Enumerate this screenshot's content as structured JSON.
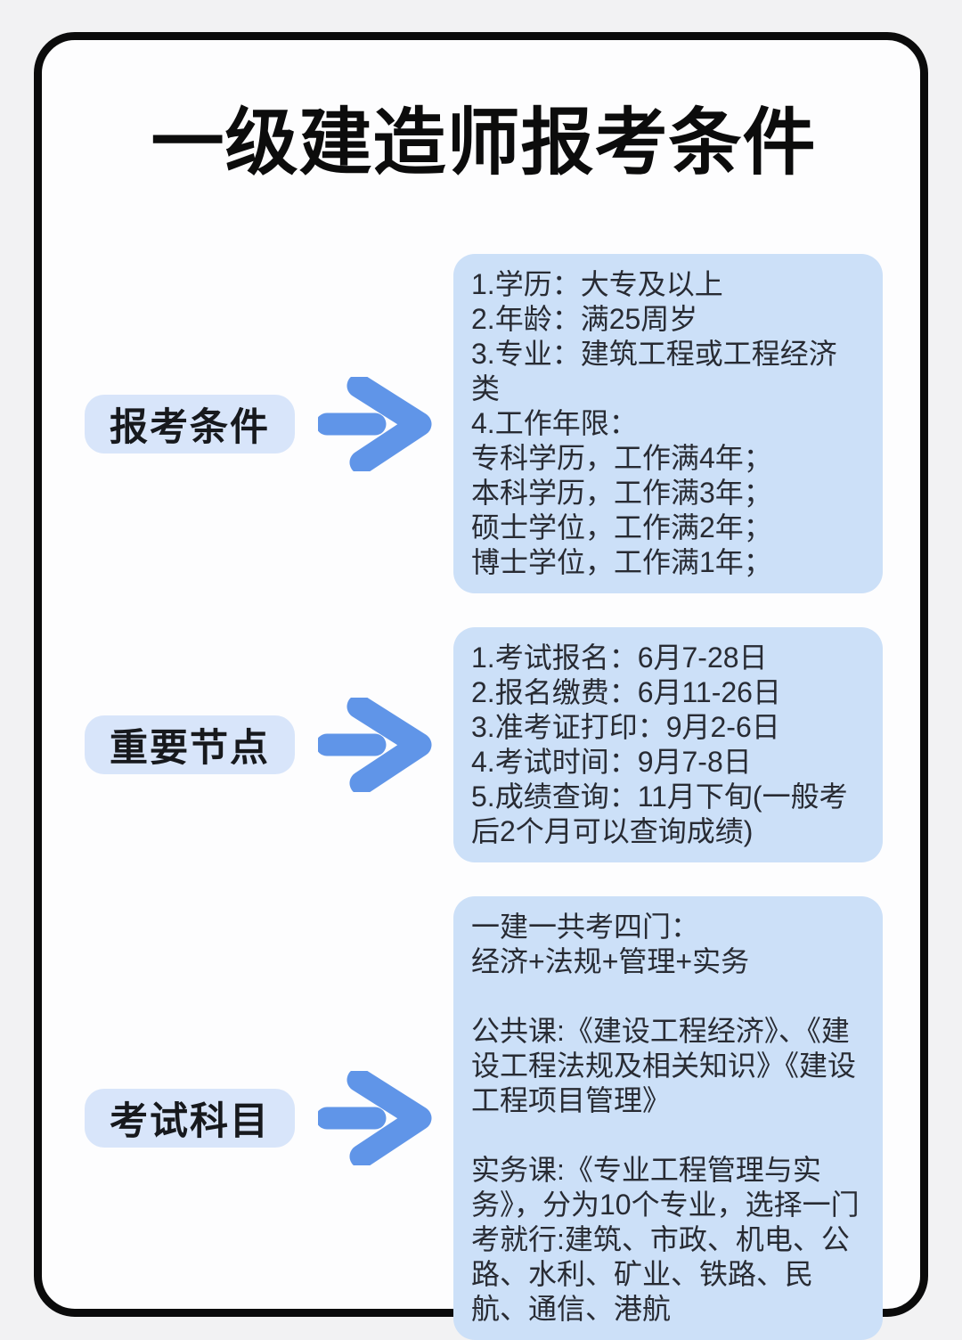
{
  "page": {
    "title": "一级建造师报考条件"
  },
  "rows": [
    {
      "label": "报考条件",
      "content": "1.学历：大专及以上\n2.年龄：满25周岁\n3.专业：建筑工程或工程经济类\n4.工作年限：\n专科学历，工作满4年；\n本科学历，工作满3年；\n硕士学位，工作满2年；\n博士学位，工作满1年；"
    },
    {
      "label": "重要节点",
      "content": "1.考试报名：6月7-28日\n2.报名缴费：6月11-26日\n3.准考证打印：9月2-6日\n4.考试时间：9月7-8日\n5.成绩查询：11月下旬(一般考后2个月可以查询成绩)"
    },
    {
      "label": "考试科目",
      "content": "一建一共考四门：\n经济+法规+管理+实务\n\n公共课:《建设工程经济》、《建设工程法规及相关知识》《建设工程项目管理》\n\n实务课:《专业工程管理与实务》，分为10个专业，选择一门考就行:建筑、市政、机电、公路、水利、矿业、铁路、民航、通信、港航"
    }
  ],
  "icons": {
    "arrow": "arrow-right-icon"
  },
  "colors": {
    "arrow": "#6095e8",
    "pill_bg": "#d8e5fa",
    "box_bg": "#cce0f8",
    "card_bg": "#fdfdfe",
    "card_border": "#0b0b0b",
    "page_bg": "#f2f2f3",
    "title_text": "#0c0c0c",
    "body_text": "#282b33"
  }
}
